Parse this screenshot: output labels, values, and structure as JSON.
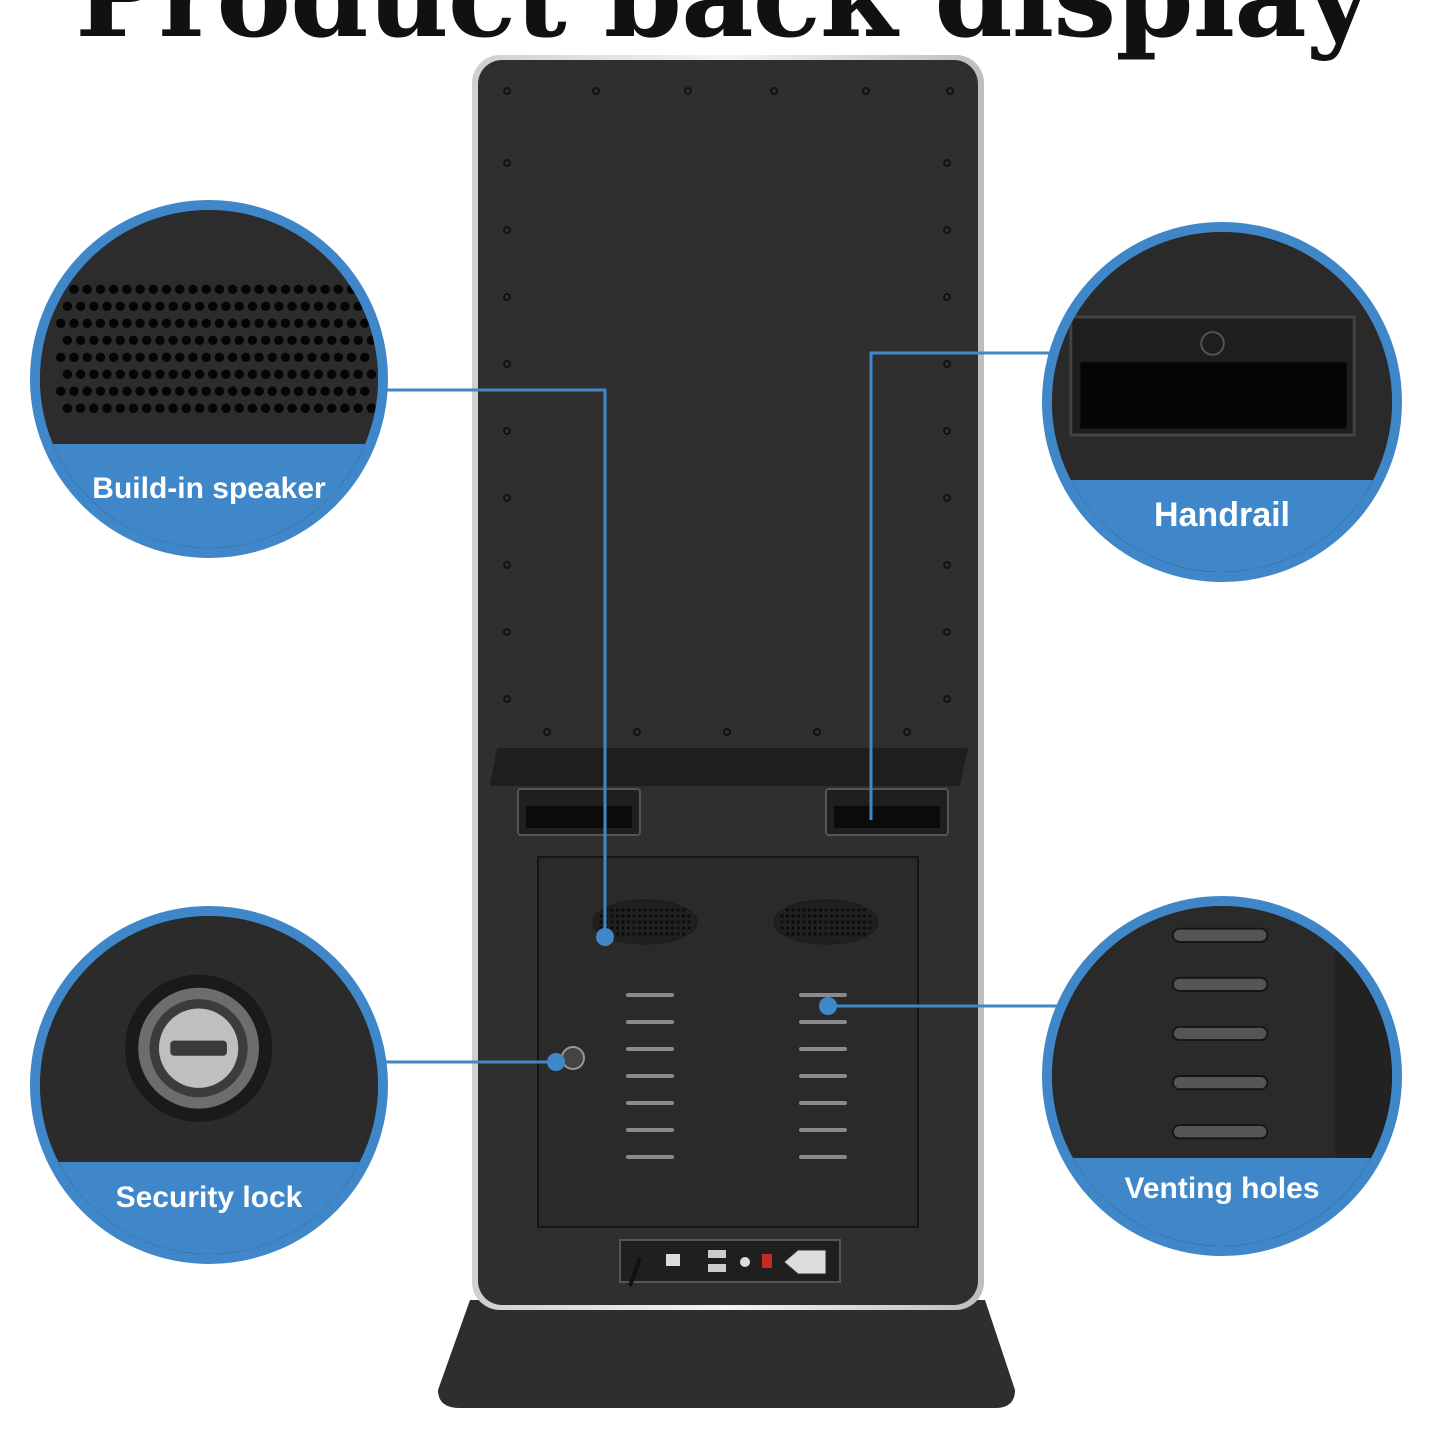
{
  "page": {
    "title": "Product back display",
    "accent_color": "#3f87c9"
  },
  "callouts": {
    "speaker": {
      "label": "Build-in speaker",
      "icon": "speaker-grille-icon"
    },
    "handrail": {
      "label": "Handrail",
      "icon": "handle-icon"
    },
    "lock": {
      "label": "Security lock",
      "icon": "lock-icon"
    },
    "vents": {
      "label": "Venting holes",
      "icon": "vent-icon"
    }
  }
}
